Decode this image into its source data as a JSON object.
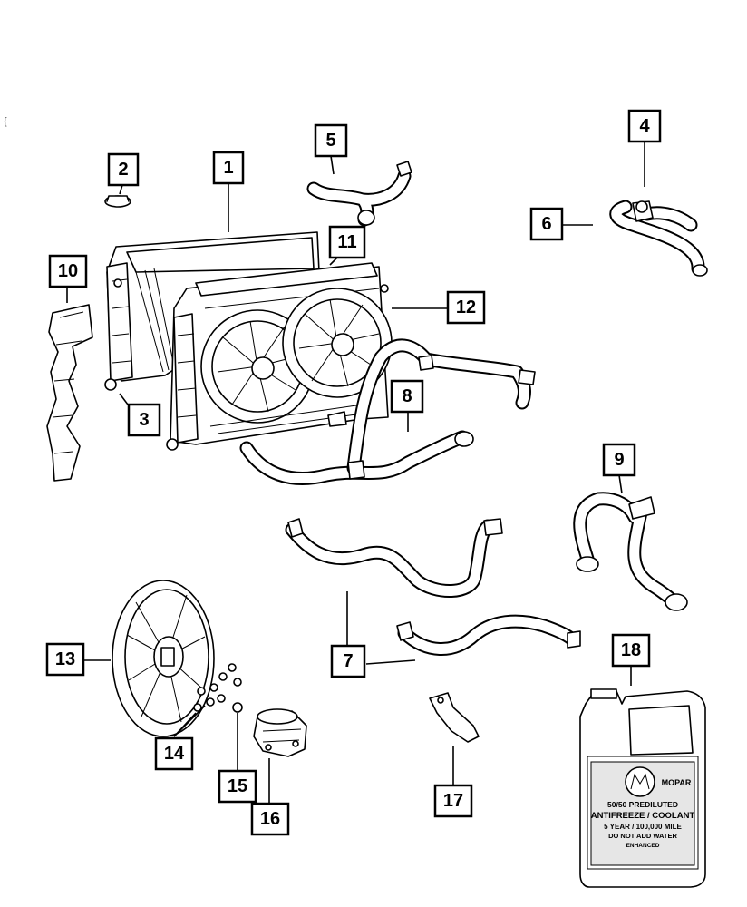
{
  "corner_mark": "{",
  "callouts": [
    {
      "id": "1",
      "label": "1"
    },
    {
      "id": "2",
      "label": "2"
    },
    {
      "id": "3",
      "label": "3"
    },
    {
      "id": "4",
      "label": "4"
    },
    {
      "id": "5",
      "label": "5"
    },
    {
      "id": "6",
      "label": "6"
    },
    {
      "id": "7",
      "label": "7"
    },
    {
      "id": "8",
      "label": "8"
    },
    {
      "id": "9",
      "label": "9"
    },
    {
      "id": "10",
      "label": "10"
    },
    {
      "id": "11",
      "label": "11"
    },
    {
      "id": "12",
      "label": "12"
    },
    {
      "id": "13",
      "label": "13"
    },
    {
      "id": "14",
      "label": "14"
    },
    {
      "id": "15",
      "label": "15"
    },
    {
      "id": "16",
      "label": "16"
    },
    {
      "id": "17",
      "label": "17"
    },
    {
      "id": "18",
      "label": "18"
    }
  ],
  "coolant_jug": {
    "brand": "MOPAR",
    "line1": "50/50 PREDILUTED",
    "line2": "ANTIFREEZE / COOLANT",
    "line3": "5 YEAR / 100,000 MILE",
    "line4": "DO NOT ADD WATER",
    "line5": "ENHANCED"
  }
}
